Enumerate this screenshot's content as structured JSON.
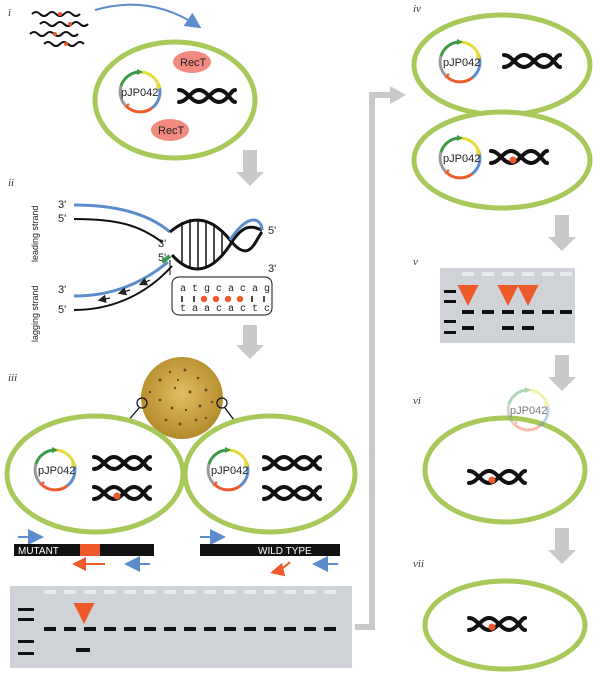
{
  "steps": {
    "i": "i",
    "ii": "ii",
    "iii": "iii",
    "iv": "iv",
    "v": "v",
    "vi": "vi",
    "vii": "vii"
  },
  "plasmid": "pJP042",
  "protein": "RecT",
  "strand_labels": {
    "leading": "leading strand",
    "lagging": "lagging strand"
  },
  "ends": {
    "three_prime": "3'",
    "five_prime": "5'"
  },
  "sequence": {
    "top": "a t g c a c a g",
    "bottom": "t a a c a c t c"
  },
  "tracks": {
    "mutant": "MUTANT",
    "wild_type": "WILD TYPE"
  },
  "colors": {
    "cell_border": "#a9c85a",
    "strand_blue": "#5b8ccb",
    "mutation": "#ee5a2a",
    "gel": "#cfd2d6",
    "protein": "#f28a80",
    "arrow_gray": "#c9c9c9"
  }
}
